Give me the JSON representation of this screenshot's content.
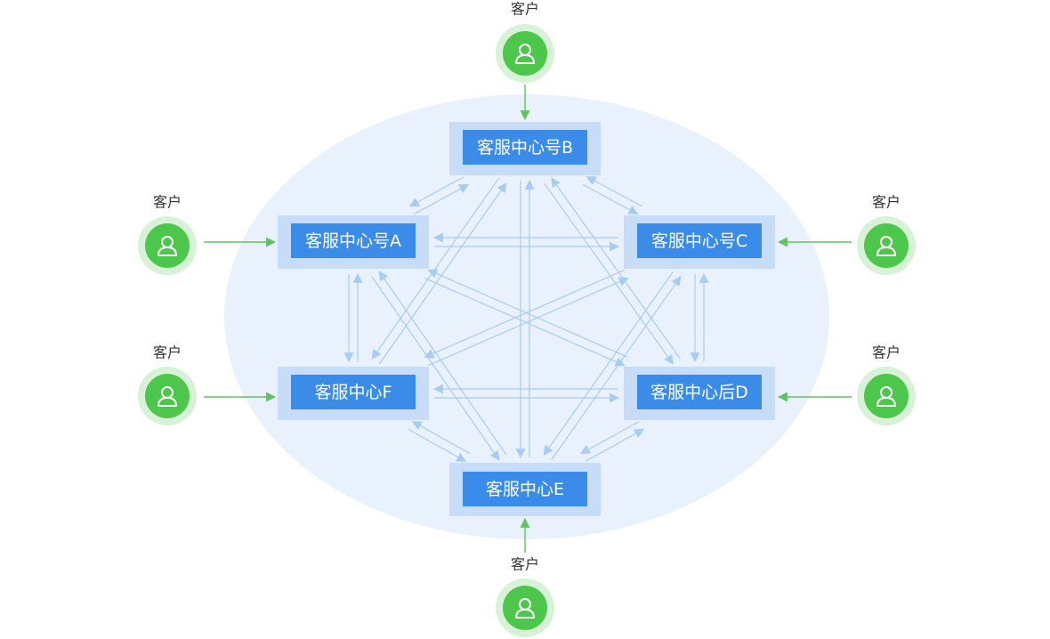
{
  "colors": {
    "background_ellipse": "#e9f2fc",
    "node_outer": "#c7dcf6",
    "node_inner": "#3a8ce8",
    "node_text": "#ffffff",
    "link": "#a9ccf1",
    "client_ring": "#d8f2d8",
    "client_fill": "#4cc74c",
    "client_arrow": "#62c262",
    "label_text": "#333333"
  },
  "nodes": {
    "A": {
      "label": "客服中心号A"
    },
    "B": {
      "label": "客服中心号B"
    },
    "C": {
      "label": "客服中心号C"
    },
    "D": {
      "label": "客服中心后D"
    },
    "E": {
      "label": "客服中心E"
    },
    "F": {
      "label": "客服中心F"
    }
  },
  "clients": {
    "top": {
      "label": "客户",
      "icon": "user-icon"
    },
    "left_upper": {
      "label": "客户",
      "icon": "user-icon"
    },
    "left_lower": {
      "label": "客户",
      "icon": "user-icon"
    },
    "right_upper": {
      "label": "客户",
      "icon": "user-icon"
    },
    "right_lower": {
      "label": "客户",
      "icon": "user-icon"
    },
    "bottom": {
      "label": "客户",
      "icon": "user-icon"
    }
  },
  "connections": [
    [
      "A",
      "B"
    ],
    [
      "B",
      "C"
    ],
    [
      "A",
      "C"
    ],
    [
      "A",
      "F"
    ],
    [
      "C",
      "D"
    ],
    [
      "F",
      "D"
    ],
    [
      "F",
      "E"
    ],
    [
      "D",
      "E"
    ],
    [
      "B",
      "E"
    ],
    [
      "A",
      "D"
    ],
    [
      "F",
      "C"
    ],
    [
      "A",
      "E"
    ],
    [
      "B",
      "F"
    ],
    [
      "B",
      "D"
    ],
    [
      "C",
      "E"
    ]
  ]
}
